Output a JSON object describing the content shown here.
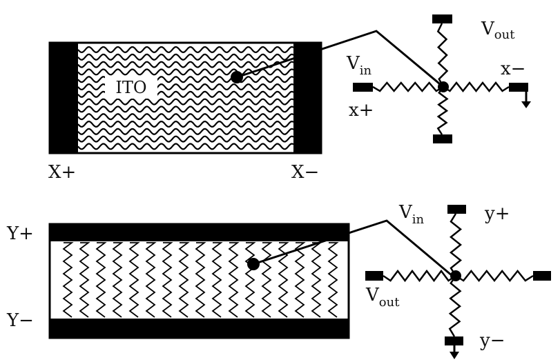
{
  "top_panel": {
    "material_label": "ITO",
    "left_electrode": "X+",
    "right_electrode": "X−",
    "circuit": {
      "vout": {
        "main": "V",
        "sub": "out"
      },
      "vin": {
        "main": "V",
        "sub": "in"
      },
      "terminal_minus": "x−",
      "terminal_plus": "x+"
    }
  },
  "bottom_panel": {
    "top_electrode": "Y+",
    "bottom_electrode": "Y−",
    "circuit": {
      "vin": {
        "main": "V",
        "sub": "in"
      },
      "vout": {
        "main": "V",
        "sub": "out"
      },
      "terminal_plus": "y+",
      "terminal_minus": "y−"
    }
  }
}
